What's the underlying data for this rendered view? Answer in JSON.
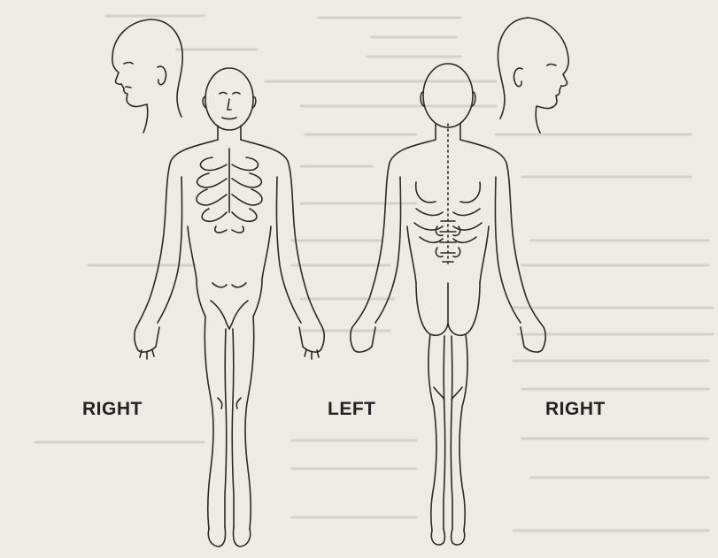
{
  "labels": {
    "right_front": "RIGHT",
    "left_center": "LEFT",
    "right_back": "RIGHT"
  },
  "colors": {
    "paper": "#ecebe6",
    "ink": "#2a2a2a",
    "faded_text": "#c9c8c2"
  },
  "figures": [
    "head-profile-right",
    "body-front",
    "body-back",
    "head-profile-left"
  ]
}
